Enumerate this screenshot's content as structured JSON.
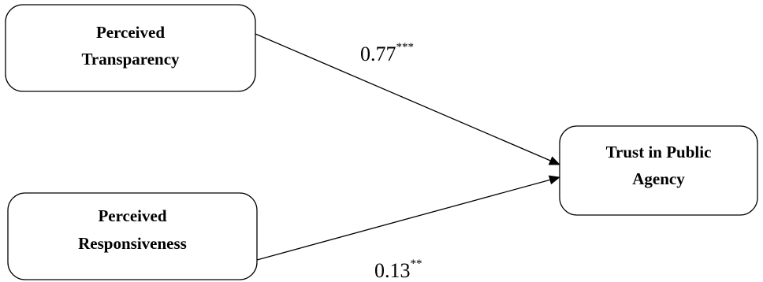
{
  "nodes": {
    "transparency": {
      "line1": "Perceived",
      "line2": "Transparency"
    },
    "responsiveness": {
      "line1": "Perceived",
      "line2": "Responsiveness"
    },
    "trust": {
      "line1": "Trust in Public",
      "line2": "Agency"
    }
  },
  "paths": {
    "transparency_to_trust": {
      "coefficient": "0.77",
      "significance": "***"
    },
    "responsiveness_to_trust": {
      "coefficient": "0.13",
      "significance": "**"
    }
  },
  "colors": {
    "stroke": "#000000",
    "fill": "#ffffff",
    "text": "#000000"
  }
}
